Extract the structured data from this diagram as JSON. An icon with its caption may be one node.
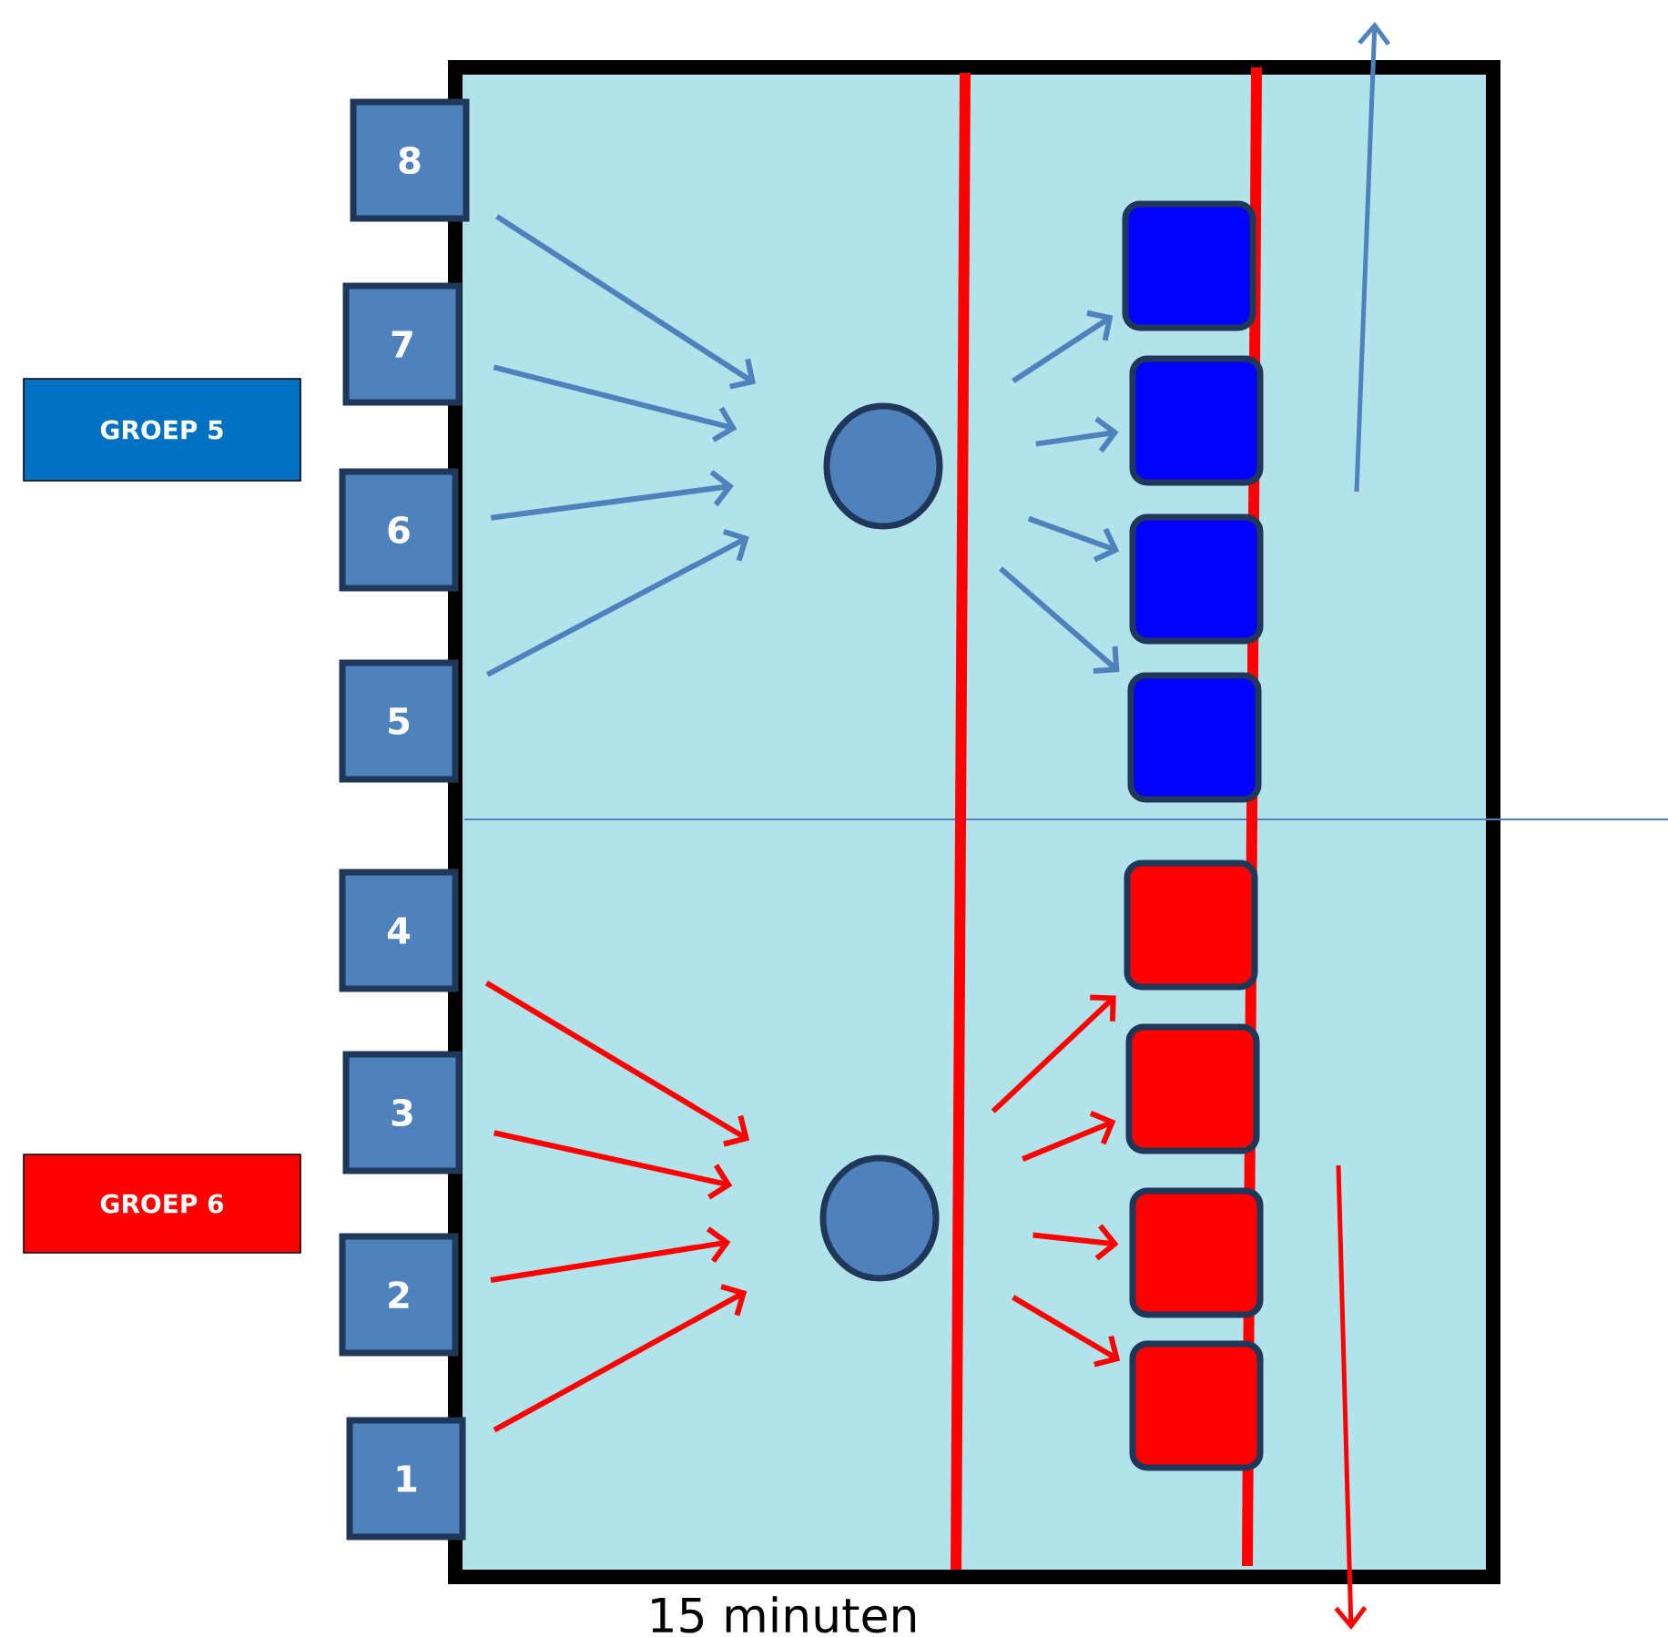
{
  "diagram": {
    "nodes": [
      {
        "text": [
          "8"
        ]
      },
      {
        "text": [
          "7"
        ]
      },
      {
        "text": [
          "6"
        ]
      },
      {
        "text": [
          "5"
        ]
      },
      {
        "text": [
          "GROEP 5"
        ]
      },
      {
        "text": [
          "4"
        ]
      },
      {
        "text": [
          "3"
        ]
      },
      {
        "text": [
          "GROEP 6"
        ]
      },
      {
        "text": [
          "2"
        ]
      },
      {
        "text": [
          "1"
        ]
      },
      {
        "text": [],
        "shape": "circle"
      },
      {
        "text": [],
        "shape": "circle"
      },
      {
        "text": [],
        "shape": "box"
      },
      {
        "text": [],
        "shape": "box"
      },
      {
        "text": [],
        "shape": "box"
      },
      {
        "text": [],
        "shape": "box"
      },
      {
        "text": [],
        "shape": "box"
      },
      {
        "text": [],
        "shape": "box"
      },
      {
        "text": [],
        "shape": "box"
      },
      {
        "text": [],
        "shape": "box"
      }
    ],
    "edges": [
      {
        "from": 0,
        "to": 10,
        "arrow": "to"
      },
      {
        "from": 1,
        "to": 10,
        "arrow": "to"
      },
      {
        "from": 2,
        "to": 10,
        "arrow": "to"
      },
      {
        "from": 3,
        "to": 10,
        "arrow": "to"
      },
      {
        "from": 10,
        "to": 12,
        "arrow": "to"
      },
      {
        "from": 10,
        "to": 13,
        "arrow": "to"
      },
      {
        "from": 10,
        "to": 14,
        "arrow": "to"
      },
      {
        "from": 10,
        "to": 15,
        "arrow": "to"
      },
      {
        "from": 5,
        "to": 11,
        "arrow": "to",
        "color": "#ff0000"
      },
      {
        "from": 6,
        "to": 11,
        "arrow": "to",
        "color": "#ff0000"
      },
      {
        "from": 8,
        "to": 11,
        "arrow": "to",
        "color": "#ff0000"
      },
      {
        "from": 9,
        "to": 11,
        "arrow": "to",
        "color": "#ff0000"
      },
      {
        "from": 11,
        "to": 16,
        "arrow": "to",
        "color": "#ff0000"
      },
      {
        "from": 11,
        "to": 17,
        "arrow": "to",
        "color": "#ff0000"
      },
      {
        "from": 11,
        "to": 18,
        "arrow": "to",
        "color": "#ff0000"
      },
      {
        "from": 11,
        "to": 19,
        "arrow": "to",
        "color": "#ff0000"
      }
    ],
    "labels": [
      "15 minuten"
    ]
  }
}
